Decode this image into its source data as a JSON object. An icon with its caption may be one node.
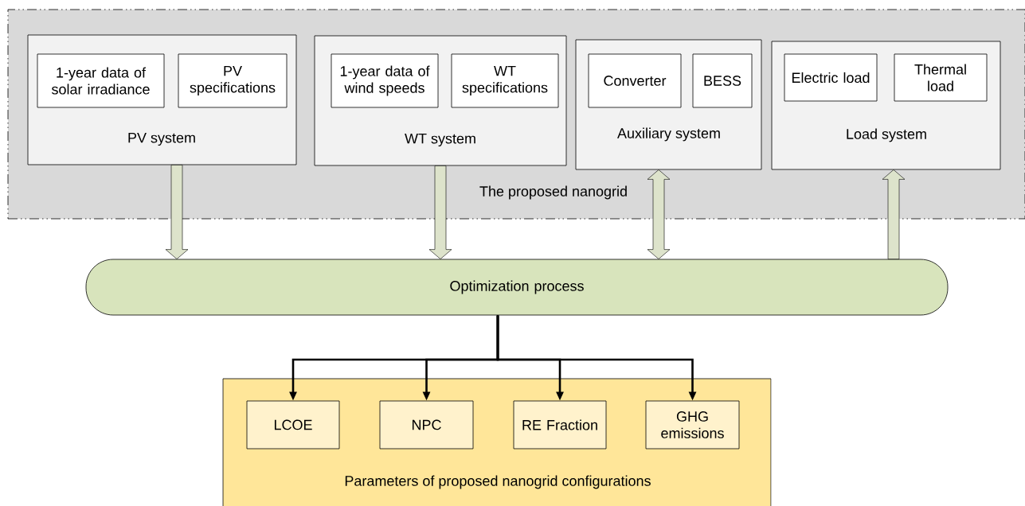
{
  "diagram": {
    "nodes": [
      {
        "text": [
          "The proposed nanogrid"
        ]
      },
      {
        "text": [
          "PV system"
        ],
        "in": 0
      },
      {
        "text": [
          "1-year data of solar irradiance"
        ],
        "in": 1
      },
      {
        "text": [
          "PV specifications"
        ],
        "in": 1
      },
      {
        "text": [
          "WT system"
        ],
        "in": 0
      },
      {
        "text": [
          "1-year data of wind speeds"
        ],
        "in": 4
      },
      {
        "text": [
          "WT specifications"
        ],
        "in": 4
      },
      {
        "text": [
          "Auxiliary system"
        ],
        "in": 0
      },
      {
        "text": [
          "Converter"
        ],
        "in": 7
      },
      {
        "text": [
          "BESS"
        ],
        "in": 7
      },
      {
        "text": [
          "Load system"
        ],
        "in": 0
      },
      {
        "text": [
          "Electric load"
        ],
        "in": 10
      },
      {
        "text": [
          "Thermal load"
        ],
        "in": 10
      },
      {
        "text": [
          "Optimization process"
        ]
      },
      {
        "text": [
          "Parameters of proposed nanogrid configurations"
        ]
      },
      {
        "text": [
          "LCOE"
        ],
        "in": 14
      },
      {
        "text": [
          "NPC"
        ],
        "in": 14
      },
      {
        "text": [
          "RE Fraction"
        ],
        "in": 14
      },
      {
        "text": [
          "GHG emissions"
        ],
        "in": 14
      }
    ],
    "edges": [
      {
        "from": 1,
        "to": 13,
        "arrow": "to"
      },
      {
        "from": 4,
        "to": 13,
        "arrow": "to"
      },
      {
        "from": 7,
        "to": 13,
        "arrow": "both"
      },
      {
        "from": 13,
        "to": 10,
        "arrow": "to"
      },
      {
        "from": 13,
        "to": 15,
        "arrow": "to"
      },
      {
        "from": 13,
        "to": 16,
        "arrow": "to"
      },
      {
        "from": 13,
        "to": 17,
        "arrow": "to"
      },
      {
        "from": 13,
        "to": 18,
        "arrow": "to"
      }
    ]
  }
}
